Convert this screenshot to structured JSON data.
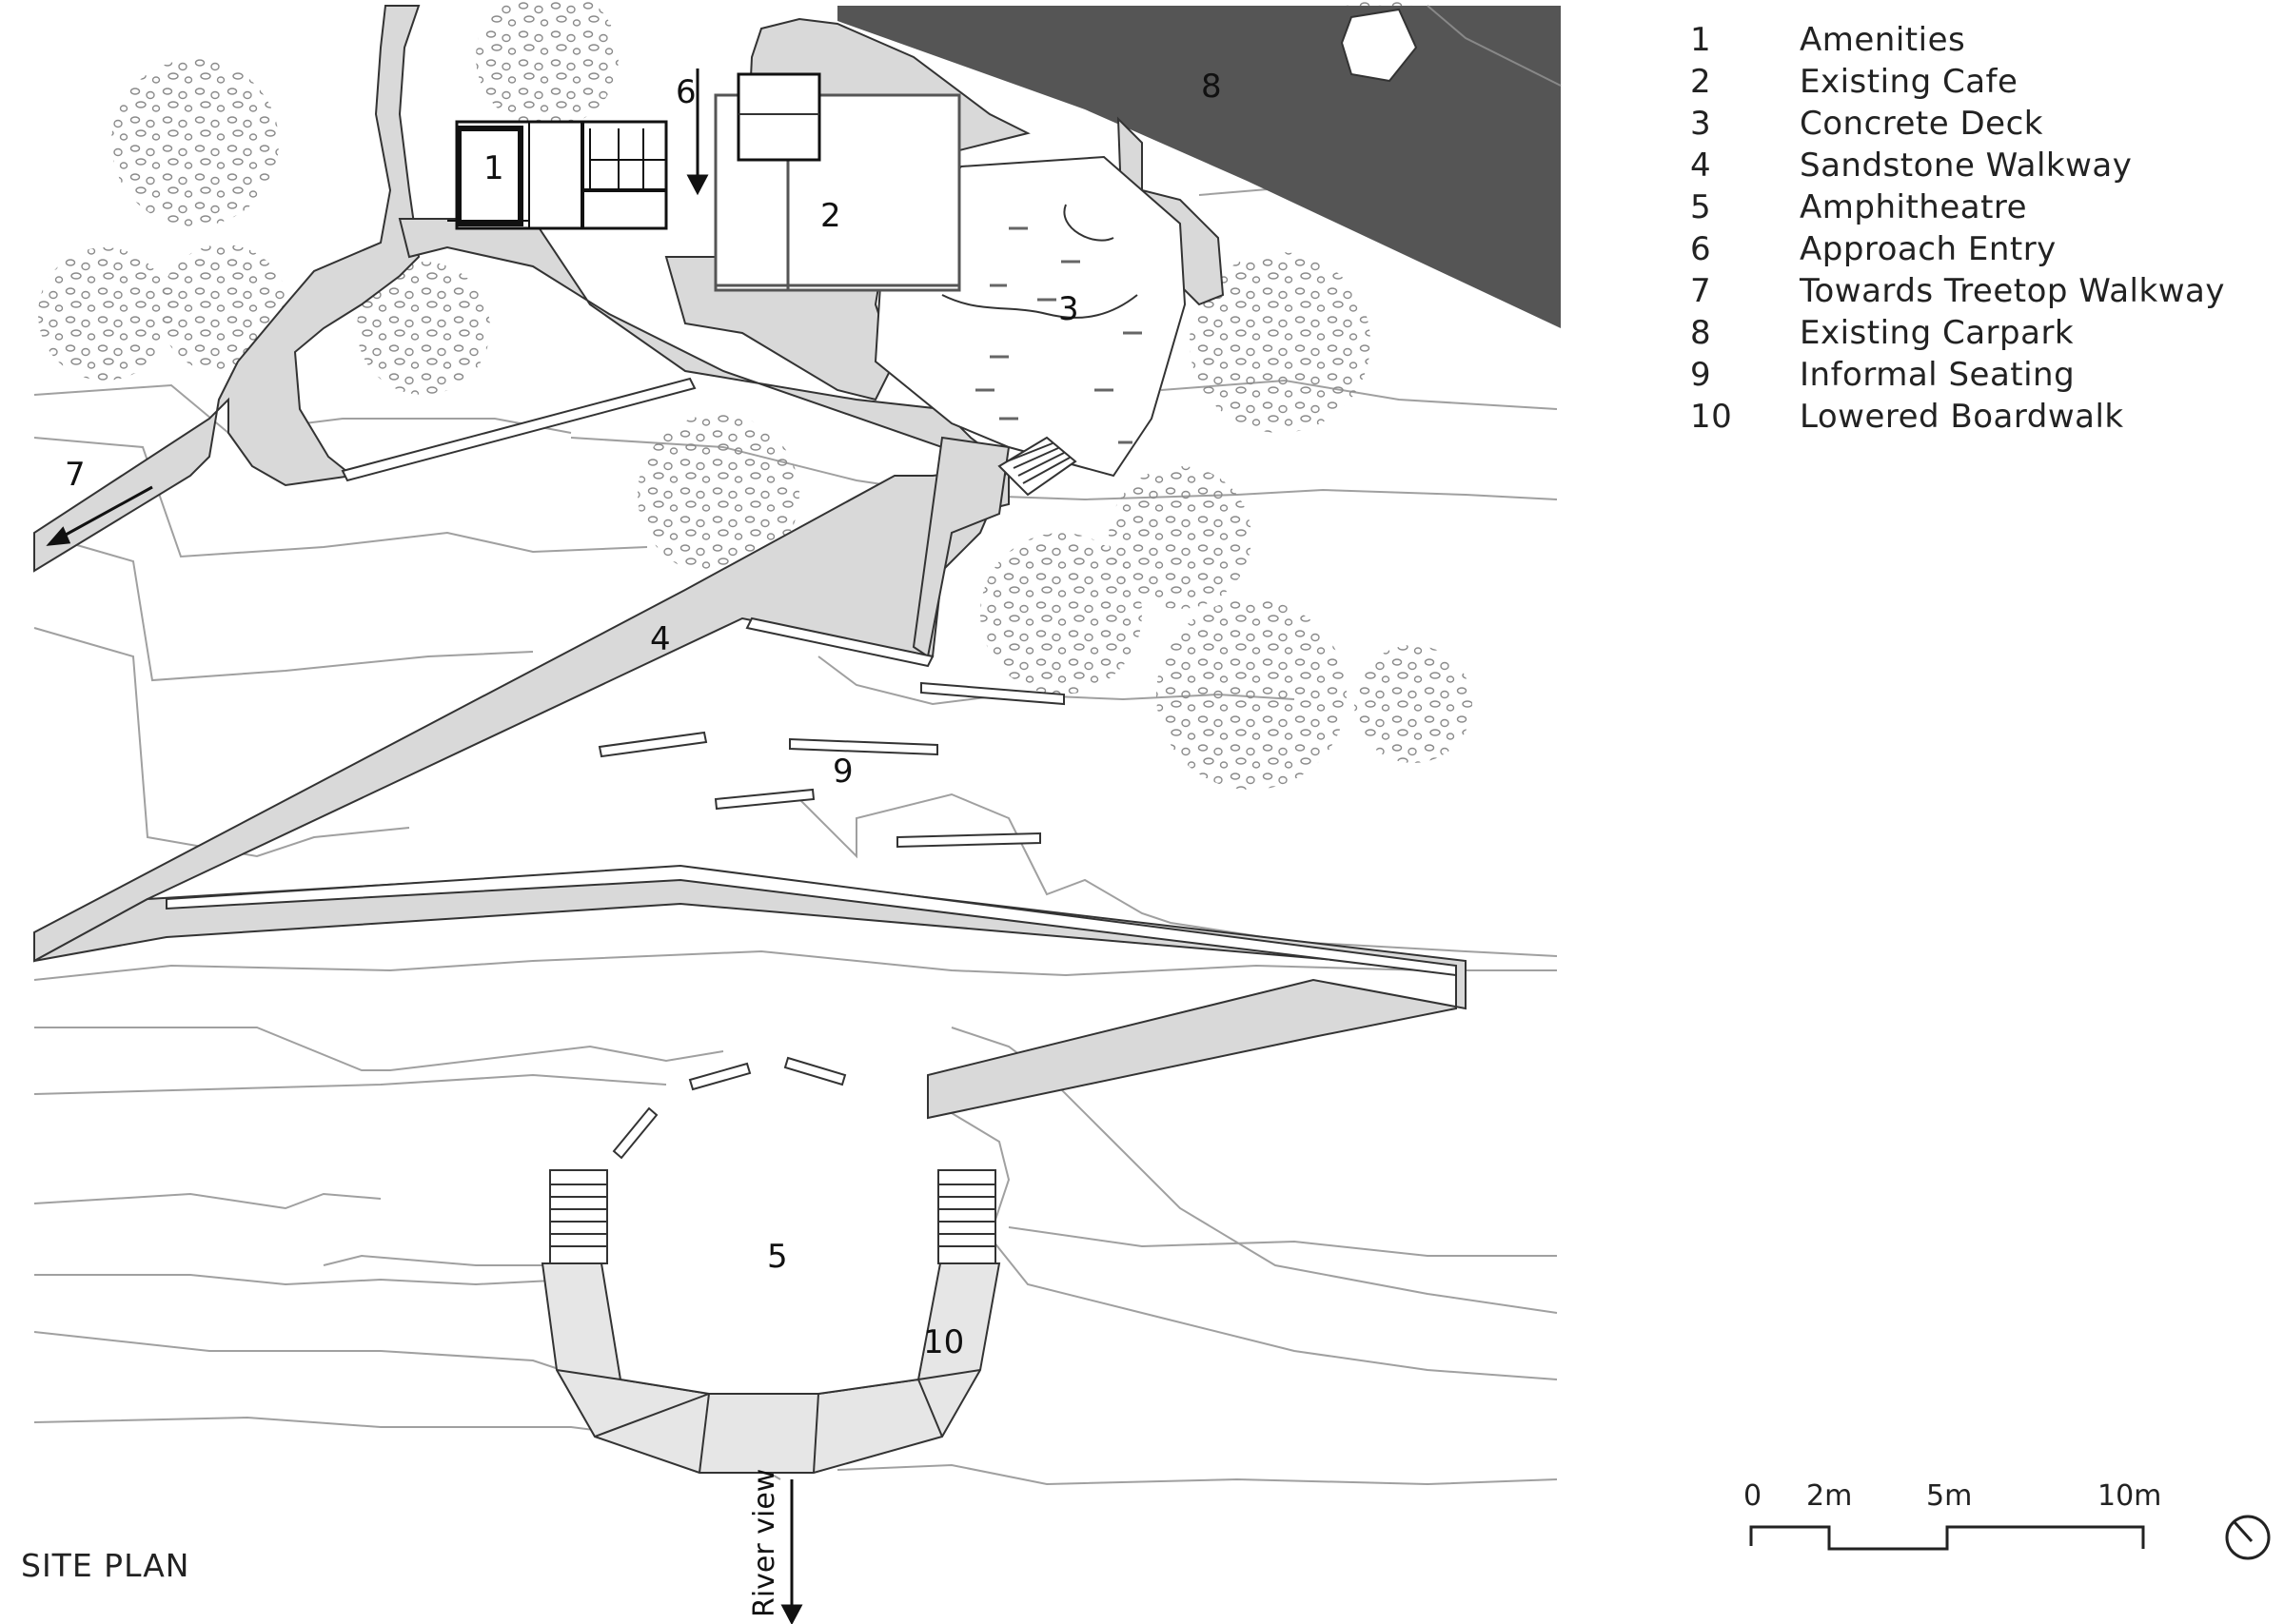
{
  "plan_title": "SITE PLAN",
  "legend": [
    {
      "num": "1",
      "label": "Amenities"
    },
    {
      "num": "2",
      "label": "Existing Cafe"
    },
    {
      "num": "3",
      "label": "Concrete Deck"
    },
    {
      "num": "4",
      "label": "Sandstone Walkway"
    },
    {
      "num": "5",
      "label": "Amphitheatre"
    },
    {
      "num": "6",
      "label": "Approach Entry"
    },
    {
      "num": "7",
      "label": "Towards Treetop Walkway"
    },
    {
      "num": "8",
      "label": "Existing Carpark"
    },
    {
      "num": "9",
      "label": "Informal Seating"
    },
    {
      "num": "10",
      "label": "Lowered Boardwalk"
    }
  ],
  "map_labels": {
    "amenities": "1",
    "cafe": "2",
    "deck": "3",
    "walkway": "4",
    "amphitheatre": "5",
    "entry": "6",
    "treetop": "7",
    "carpark": "8",
    "seating": "9",
    "boardwalk": "10",
    "river_view": "River view"
  },
  "scale_bar": {
    "ticks": [
      "0",
      "2m",
      "5m",
      "10m"
    ]
  },
  "colors": {
    "walkway_fill": "#d9d9d9",
    "carpark_fill": "#555555",
    "line": "#222222",
    "contour": "#9a9a9a",
    "tree": "#8a8a8a"
  }
}
